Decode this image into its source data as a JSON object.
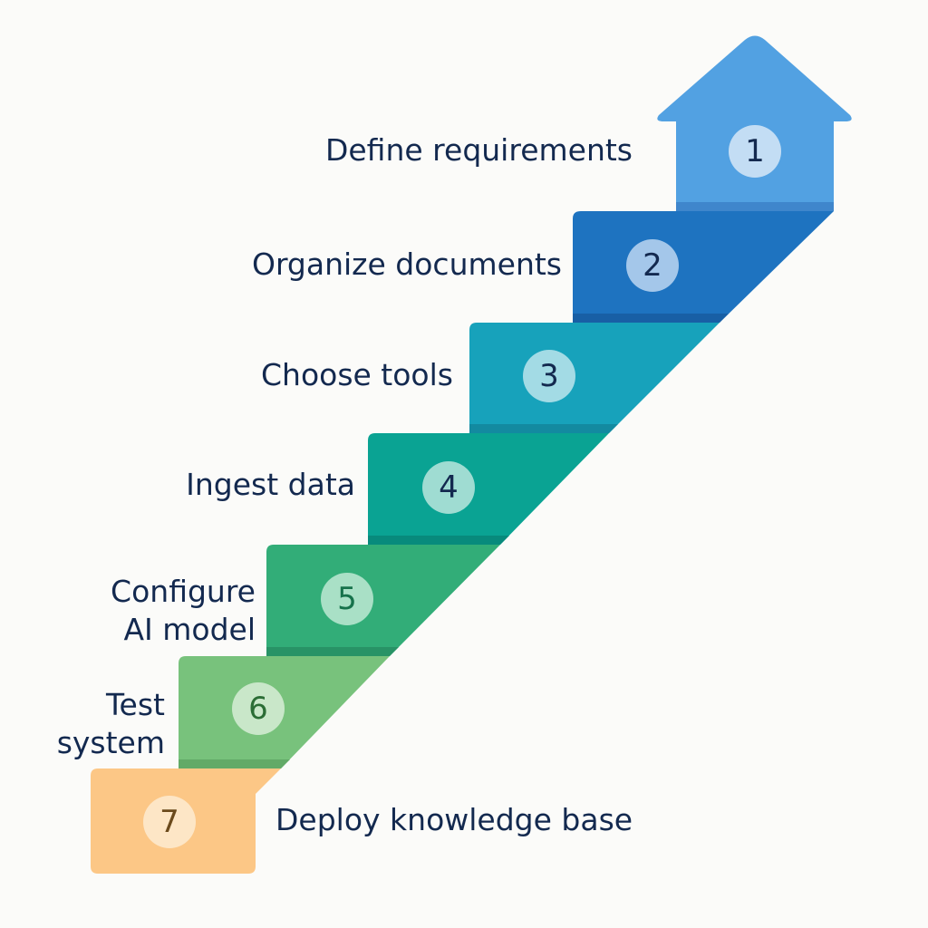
{
  "steps": [
    {
      "number": "1",
      "label_lines": [
        "Define requirements"
      ],
      "color": "#52a1e2",
      "shade": "#3f86cc",
      "badge_fill": "#c3ddf4",
      "num_color": "#13294f"
    },
    {
      "number": "2",
      "label_lines": [
        "Organize documents"
      ],
      "color": "#1e73c0",
      "shade": "#185fa5",
      "badge_fill": "#a4c7ea",
      "num_color": "#13294f"
    },
    {
      "number": "3",
      "label_lines": [
        "Choose tools"
      ],
      "color": "#17a2bb",
      "shade": "#138aa0",
      "badge_fill": "#a3dbe5",
      "num_color": "#13294f"
    },
    {
      "number": "4",
      "label_lines": [
        "Ingest data"
      ],
      "color": "#0aa393",
      "shade": "#088a7c",
      "badge_fill": "#9fdcd2",
      "num_color": "#13294f"
    },
    {
      "number": "5",
      "label_lines": [
        "Configure",
        "AI model"
      ],
      "color": "#32ad78",
      "shade": "#289366",
      "badge_fill": "#a9e0c6",
      "num_color": "#16724b"
    },
    {
      "number": "6",
      "label_lines": [
        "Test",
        "system"
      ],
      "color": "#78c27c",
      "shade": "#62aa67",
      "badge_fill": "#c9e7c9",
      "num_color": "#2b6d35"
    },
    {
      "number": "7",
      "label_lines": [
        "Deploy knowledge base"
      ],
      "color": "#fcc786",
      "shade": "#f0b46c",
      "badge_fill": "#fde6c6",
      "num_color": "#6b4a1c"
    }
  ]
}
